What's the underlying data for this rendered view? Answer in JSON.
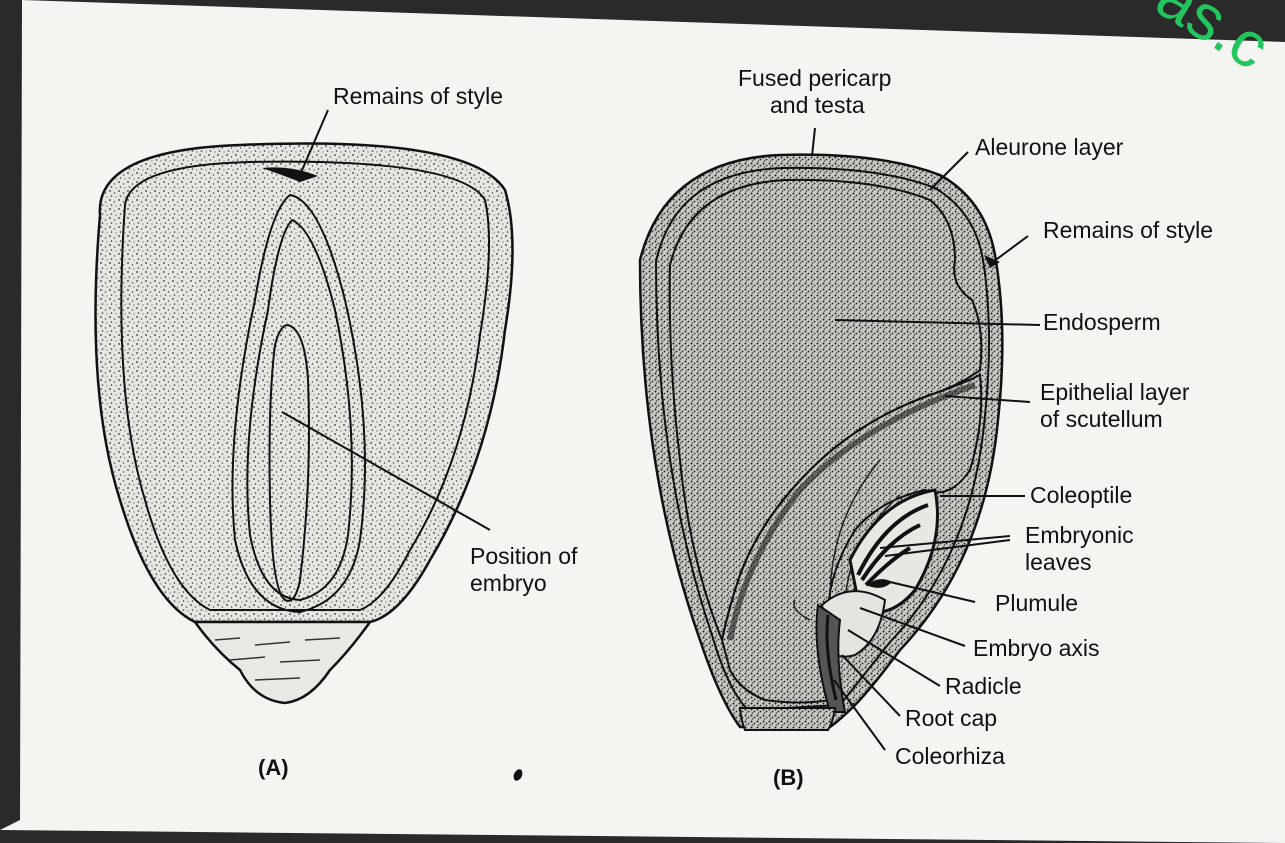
{
  "figure_a": {
    "caption": "(A)",
    "labels": {
      "remains_of_style": "Remains of style",
      "position_of_embryo_l1": "Position of",
      "position_of_embryo_l2": "embryo"
    }
  },
  "figure_b": {
    "caption": "(B)",
    "labels": {
      "fused_pericarp_l1": "Fused pericarp",
      "fused_pericarp_l2": "and testa",
      "aleurone_layer": "Aleurone layer",
      "remains_of_style": "Remains of style",
      "endosperm": "Endosperm",
      "epithelial_l1": "Epithelial layer",
      "epithelial_l2": "of scutellum",
      "coleoptile": "Coleoptile",
      "embryonic_leaves_l1": "Embryonic",
      "embryonic_leaves_l2": "leaves",
      "plumule": "Plumule",
      "embryo_axis": "Embryo axis",
      "radicle": "Radicle",
      "root_cap": "Root cap",
      "coleorhiza": "Coleorhiza"
    }
  },
  "watermark": "as.c",
  "colors": {
    "paper": "#f4f4f1",
    "ink": "#111111",
    "seed_fill": "#d9d9d4",
    "watermark": "#22c55e"
  }
}
